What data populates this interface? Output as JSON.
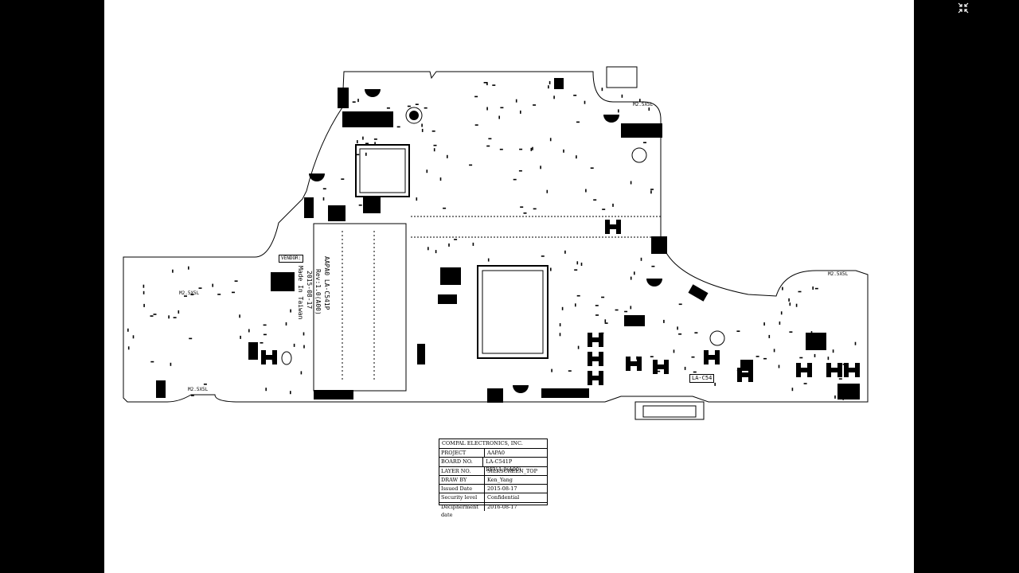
{
  "window": {
    "fullscreen_icon": "collapse-arrows-icon"
  },
  "board": {
    "vendor_label": "VENDOR:",
    "project_mark": "AAPA0 LA-C541P",
    "rev_mark": "Rev:1.0(A00)",
    "date_mark": "2015-08-17",
    "origin_mark": "Made In Taiwan",
    "board_code": "LA-C54",
    "screw_labels": [
      "M2.5X5L",
      "M2.5X5L",
      "M2.5X5L",
      "M2.5X5L"
    ],
    "colors": {
      "copper": "#000000",
      "background": "#ffffff"
    }
  },
  "title_block": {
    "company": "COMPAL ELECTRONICS, INC.",
    "rows": [
      {
        "key": "PROJECT",
        "value": "AAPA0"
      },
      {
        "key": "BOARD NO.",
        "value": "LA-C541P REV:1.0(A00)"
      },
      {
        "key": "LAYER NO.",
        "value": "SILKSCREEN_TOP"
      },
      {
        "key": "DRAW BY",
        "value": "Ken_Yang"
      },
      {
        "key": "Issued Date",
        "value": "2015-08-17"
      },
      {
        "key": "Security level",
        "value": "Confidential"
      },
      {
        "key": "Decipherment date",
        "value": "2016-08-17"
      }
    ]
  }
}
